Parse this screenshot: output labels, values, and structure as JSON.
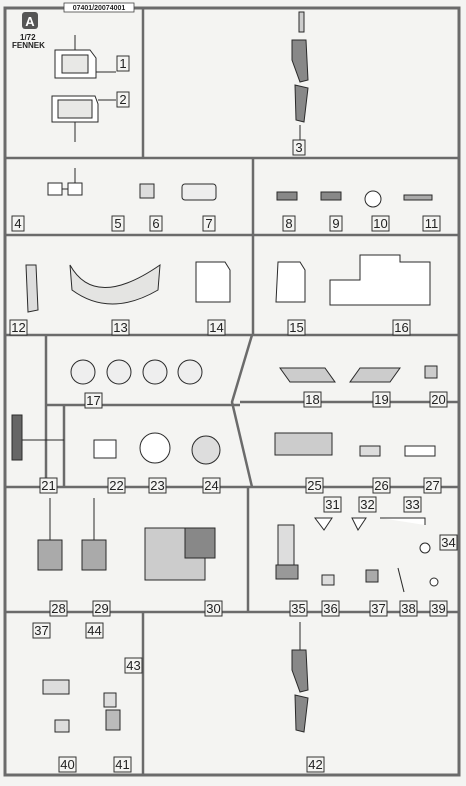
{
  "sprue": {
    "letter": "A",
    "code": "07401/20074001",
    "scale": "1/72",
    "model": "FENNEK"
  },
  "part_numbers": [
    "1",
    "2",
    "3",
    "4",
    "5",
    "6",
    "7",
    "8",
    "9",
    "10",
    "11",
    "12",
    "13",
    "14",
    "15",
    "16",
    "17",
    "18",
    "19",
    "20",
    "21",
    "22",
    "23",
    "24",
    "25",
    "26",
    "27",
    "28",
    "29",
    "30",
    "31",
    "32",
    "33",
    "34",
    "35",
    "36",
    "37",
    "38",
    "39",
    "37",
    "44",
    "43",
    "40",
    "41",
    "42"
  ],
  "colors": {
    "frame": "#6b6b6b",
    "ink": "#2a2a2a",
    "paper": "#f4f4f2",
    "fill": "#d9d9d6"
  }
}
